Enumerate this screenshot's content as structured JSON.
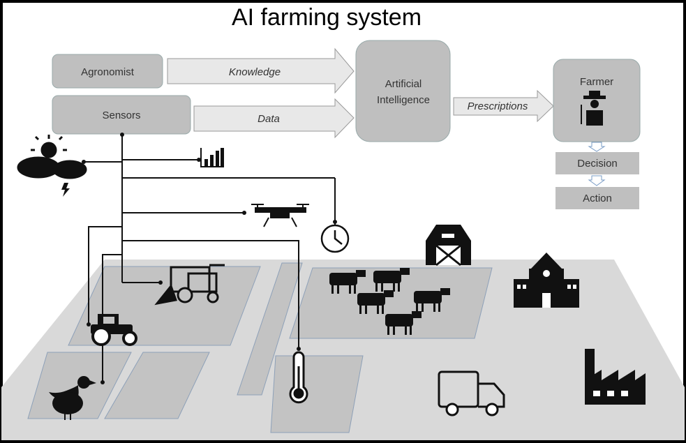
{
  "title": "AI farming system",
  "nodes": {
    "agronomist": "Agronomist",
    "sensors": "Sensors",
    "ai_line1": "Artificial",
    "ai_line2": "Intelligence",
    "farmer": "Farmer",
    "decision": "Decision",
    "action": "Action"
  },
  "arrows": {
    "knowledge": "Knowledge",
    "data": "Data",
    "prescriptions": "Prescriptions"
  },
  "icons": [
    "weather-icon",
    "chart-icon",
    "drone-icon",
    "clock-icon",
    "harvester-icon",
    "tractor-icon",
    "duck-icon",
    "thermometer-icon",
    "cow-icon",
    "barn-icon",
    "school-icon",
    "truck-icon",
    "factory-icon",
    "farmer-icon"
  ],
  "colors": {
    "box": "#bfbfbf",
    "arrow": "#e8e8e8",
    "ground": "#d9d9d9",
    "field": "#c3c3c3",
    "field_border": "#8da0b8"
  }
}
